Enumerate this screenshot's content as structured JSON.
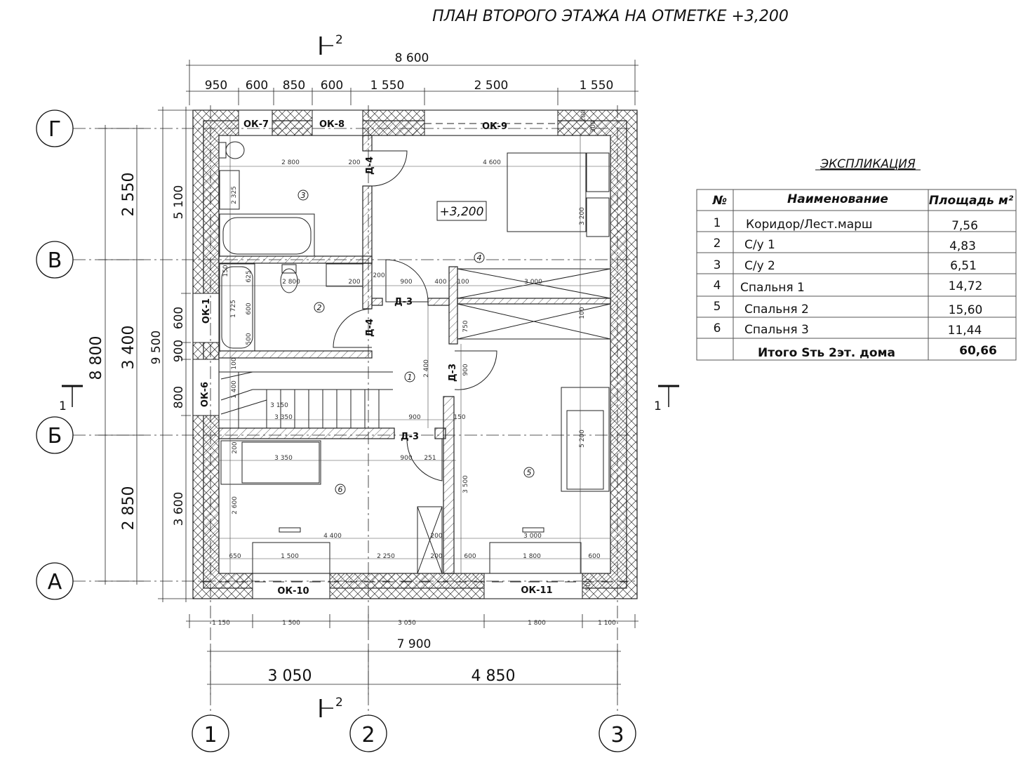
{
  "title": "ПЛАН ВТОРОГО ЭТАЖА НА ОТМЕТКЕ +3,200",
  "elevation": "+3,200",
  "axes": {
    "rows": [
      "Г",
      "В",
      "Б",
      "А"
    ],
    "cols": [
      "1",
      "2",
      "3"
    ]
  },
  "section_marks": {
    "top": "2",
    "bottom": "2",
    "left": "1",
    "right": "1"
  },
  "dimensions": {
    "top_total": "8 600",
    "top_chain": [
      "950",
      "600",
      "850",
      "600",
      "1 550",
      "2 500",
      "1 550"
    ],
    "bottom_chain": [
      "1 150",
      "1 500",
      "3 050",
      "1 800",
      "1 100"
    ],
    "bottom_total": "7 900",
    "bottom_axes": [
      "3 050",
      "4 850"
    ],
    "left_total_axes": "8 800",
    "left_axes": [
      "2 550",
      "3 400",
      "2 850"
    ],
    "left_total": "9 500",
    "left_chain": [
      "5 100",
      "600",
      "900",
      "800",
      "3 600"
    ],
    "interior": [
      "2 800",
      "200",
      "4 600",
      "2 325",
      "3 200",
      "200",
      "900",
      "400",
      "100",
      "3 000",
      "2 800",
      "200",
      "150",
      "625",
      "1 725",
      "600",
      "500",
      "100",
      "750",
      "2 400",
      "900",
      "100",
      "1 400",
      "3 150",
      "3 350",
      "900",
      "150",
      "5 200",
      "200",
      "3 350",
      "900",
      "251",
      "3 500",
      "2 600",
      "4 400",
      "200",
      "3 000",
      "650",
      "1 500",
      "2 250",
      "200",
      "600",
      "1 800",
      "600",
      "200",
      "300",
      "500"
    ]
  },
  "openings": {
    "windows": [
      "ОК-7",
      "ОК-8",
      "ОК-9",
      "ОК-1",
      "ОК-6",
      "ОК-10",
      "ОК-11"
    ],
    "doors": [
      "Д-4",
      "Д-4",
      "Д-3",
      "Д-3",
      "Д-3"
    ]
  },
  "room_markers": [
    "1",
    "2",
    "3",
    "4",
    "5",
    "6"
  ],
  "explication": {
    "title": "ЭКСПЛИКАЦИЯ",
    "headers": {
      "num": "№",
      "name": "Наименование",
      "area": "Площадь м²"
    },
    "rows": [
      {
        "num": "1",
        "name": "Коридор/Лест.марш",
        "area": "7,56"
      },
      {
        "num": "2",
        "name": "С/у 1",
        "area": "4,83"
      },
      {
        "num": "3",
        "name": "С/у 2",
        "area": "6,51"
      },
      {
        "num": "4",
        "name": "Спальня 1",
        "area": "14,72"
      },
      {
        "num": "5",
        "name": "Спальня 2",
        "area": "15,60"
      },
      {
        "num": "6",
        "name": "Спальня 3",
        "area": "11,44"
      }
    ],
    "total_label": "Итого Sть 2эт. дома",
    "total_value": "60,66"
  }
}
